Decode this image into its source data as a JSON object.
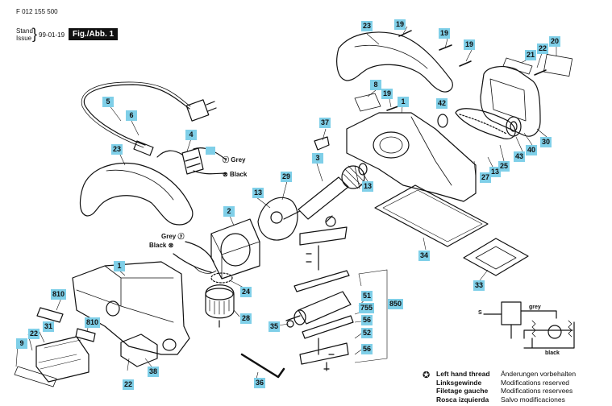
{
  "header": {
    "doc_number": "F 012 155 500",
    "stand_label": "Stand",
    "issue_label": "Issue",
    "date": "99-01-19",
    "figure_label": "Fig./Abb. 1"
  },
  "callouts": [
    {
      "id": "c23a",
      "label": "23"
    },
    {
      "id": "c19a",
      "label": "19"
    },
    {
      "id": "c19b",
      "label": "19"
    },
    {
      "id": "c19c",
      "label": "19"
    },
    {
      "id": "c20",
      "label": "20"
    },
    {
      "id": "c22a",
      "label": "22"
    },
    {
      "id": "c21",
      "label": "21"
    },
    {
      "id": "c8",
      "label": "8"
    },
    {
      "id": "c19d",
      "label": "19"
    },
    {
      "id": "c1a",
      "label": "1"
    },
    {
      "id": "c42",
      "label": "42"
    },
    {
      "id": "c5",
      "label": "5"
    },
    {
      "id": "c6",
      "label": "6"
    },
    {
      "id": "c4",
      "label": "4"
    },
    {
      "id": "c37",
      "label": "37"
    },
    {
      "id": "c23b",
      "label": "23"
    },
    {
      "id": "c3",
      "label": "3"
    },
    {
      "id": "c29",
      "label": "29"
    },
    {
      "id": "c13a",
      "label": "13"
    },
    {
      "id": "c13b",
      "label": "13"
    },
    {
      "id": "c13c",
      "label": "13"
    },
    {
      "id": "c27",
      "label": "27"
    },
    {
      "id": "c25",
      "label": "25"
    },
    {
      "id": "c43",
      "label": "43"
    },
    {
      "id": "c40",
      "label": "40"
    },
    {
      "id": "c30",
      "label": "30"
    },
    {
      "id": "c2",
      "label": "2"
    },
    {
      "id": "c34",
      "label": "34"
    },
    {
      "id": "c1b",
      "label": "1"
    },
    {
      "id": "c33",
      "label": "33"
    },
    {
      "id": "c24",
      "label": "24"
    },
    {
      "id": "c810a",
      "label": "810"
    },
    {
      "id": "c51",
      "label": "51"
    },
    {
      "id": "c755",
      "label": "755"
    },
    {
      "id": "c850",
      "label": "850"
    },
    {
      "id": "c28",
      "label": "28"
    },
    {
      "id": "c56a",
      "label": "56"
    },
    {
      "id": "c35",
      "label": "35"
    },
    {
      "id": "c52",
      "label": "52"
    },
    {
      "id": "c22b",
      "label": "22"
    },
    {
      "id": "c810b",
      "label": "810"
    },
    {
      "id": "c31",
      "label": "31"
    },
    {
      "id": "c9",
      "label": "9"
    },
    {
      "id": "c56b",
      "label": "56"
    },
    {
      "id": "c38",
      "label": "38"
    },
    {
      "id": "c22c",
      "label": "22"
    },
    {
      "id": "c36",
      "label": "36"
    }
  ],
  "wire_labels": {
    "grey_top": "Grey",
    "black_top": "Black",
    "grey_motor": "Grey",
    "black_motor": "Black",
    "schematic_s": "S",
    "schematic_grey": "grey",
    "schematic_black": "black"
  },
  "legend": {
    "lines_en": [
      "Left hand thread",
      "Linksgewinde",
      "Filetage gauche",
      "Rosca izquierda"
    ],
    "lines_alt": [
      "Änderungen vorbehalten",
      "Modifications reserved",
      "Modifications reservees",
      "Salvo modificaciones"
    ]
  }
}
